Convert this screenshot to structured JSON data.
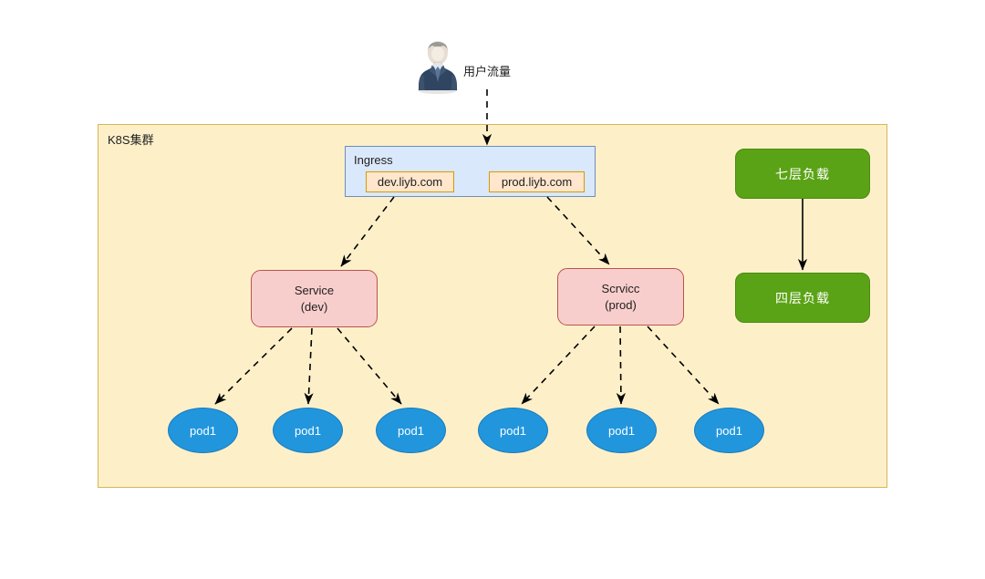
{
  "diagram": {
    "title": "K8S Ingress traffic routing diagram",
    "colors": {
      "cluster_fill": "#fdf0c9",
      "cluster_stroke": "#d6b656",
      "ingress_fill": "#dae8fc",
      "ingress_stroke": "#6c8ebf",
      "host_fill": "#ffe6cc",
      "host_stroke": "#d79b00",
      "service_fill": "#f8cecc",
      "service_stroke": "#b85450",
      "pod_fill": "#2196dd",
      "lb_fill": "#5ba316",
      "edge_color": "#000000",
      "page_background": "#ffffff"
    }
  },
  "user": {
    "label": "用户流量",
    "icon": "businessman-avatar-icon"
  },
  "cluster": {
    "label": "K8S集群"
  },
  "ingress": {
    "label": "Ingress",
    "hosts": [
      {
        "label": "dev.liyb.com"
      },
      {
        "label": "prod.liyb.com"
      }
    ]
  },
  "services": [
    {
      "line1": "Service",
      "line2": "(dev)"
    },
    {
      "line1": "Scrvicc",
      "line2": "(prod)"
    }
  ],
  "load_balancers": [
    {
      "label": "七层负载"
    },
    {
      "label": "四层负载"
    }
  ],
  "pods": [
    {
      "label": "pod1"
    },
    {
      "label": "pod1"
    },
    {
      "label": "pod1"
    },
    {
      "label": "pod1"
    },
    {
      "label": "pod1"
    },
    {
      "label": "pod1"
    }
  ]
}
